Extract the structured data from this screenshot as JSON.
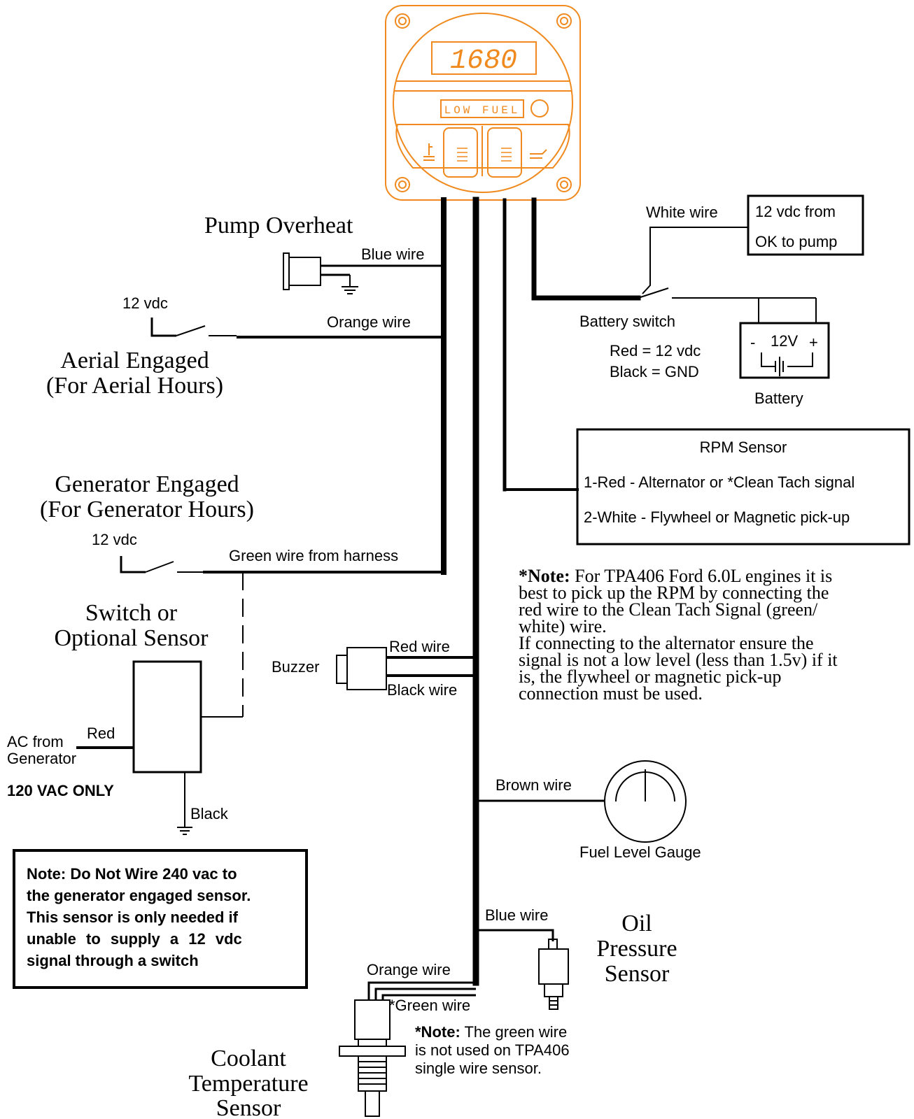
{
  "gauge": {
    "display_value": "1680",
    "low_fuel_label": "LOW FUEL",
    "color": "#f08a1e",
    "coolant_icon": "coolant-temperature-icon",
    "oil_icon": "oil-can-icon"
  },
  "labels": {
    "pump_overheat": "Pump Overheat",
    "blue_wire_top": "Blue wire",
    "v12_aerial": "12 vdc",
    "orange_wire_top": "Orange wire",
    "aerial_engaged": "Aerial Engaged",
    "aerial_hours": "(For Aerial Hours)",
    "generator_engaged": "Generator  Engaged",
    "generator_hours": "(For Generator Hours)",
    "v12_generator": "12 vdc",
    "green_wire_harness": "Green wire from harness",
    "switch_or": "Switch or",
    "optional_sensor": "Optional Sensor",
    "red": "Red",
    "ac_from": "AC from",
    "generator": "Generator",
    "vac_only": "120 VAC ONLY",
    "black": "Black",
    "buzzer": "Buzzer",
    "red_wire": "Red wire",
    "black_wire": "Black wire",
    "white_wire": "White wire",
    "vdc_from": "12 vdc from",
    "ok_to_pump": "OK to pump",
    "battery_switch": "Battery switch",
    "red_12": "Red = 12 vdc",
    "black_gnd": "Black = GND",
    "battery_minus": "-",
    "battery_voltage": "12V",
    "battery_plus": "+",
    "battery": "Battery",
    "rpm_title": "RPM Sensor",
    "rpm_line1": "1-Red - Alternator or *Clean Tach signal",
    "rpm_line2": "2-White - Flywheel or Magnetic pick-up",
    "brown_wire": "Brown wire",
    "fuel_level_gauge": "Fuel Level Gauge",
    "blue_wire_oil": "Blue wire",
    "oil": "Oil",
    "pressure": "Pressure",
    "sensor": "Sensor",
    "orange_wire_coolant": "Orange wire",
    "green_wire_coolant": "*Green wire",
    "coolant": "Coolant",
    "temperature": "Temperature",
    "coolant_sensor": "Sensor"
  },
  "rpm_note": {
    "bold": "*Note:",
    "lines": [
      " For TPA406 Ford 6.0L engines it is",
      "best to pick up the RPM by connecting the",
      "red wire to the Clean Tach Signal (green/",
      "white) wire.",
      "If connecting to the alternator ensure the",
      "signal is not a low level (less than 1.5v) if it",
      "is, the flywheel or magnetic pick-up",
      "connection must be used."
    ]
  },
  "green_note": {
    "bold": "*Note:",
    "line1": " The green wire",
    "line2": "is not used on TPA406",
    "line3": "single wire sensor."
  },
  "warning_note": {
    "lines": [
      "Note: Do Not Wire 240 vac to",
      "the generator engaged sensor.",
      "This sensor is only needed if",
      "unable to supply a 12 vdc",
      "signal through a switch"
    ]
  }
}
